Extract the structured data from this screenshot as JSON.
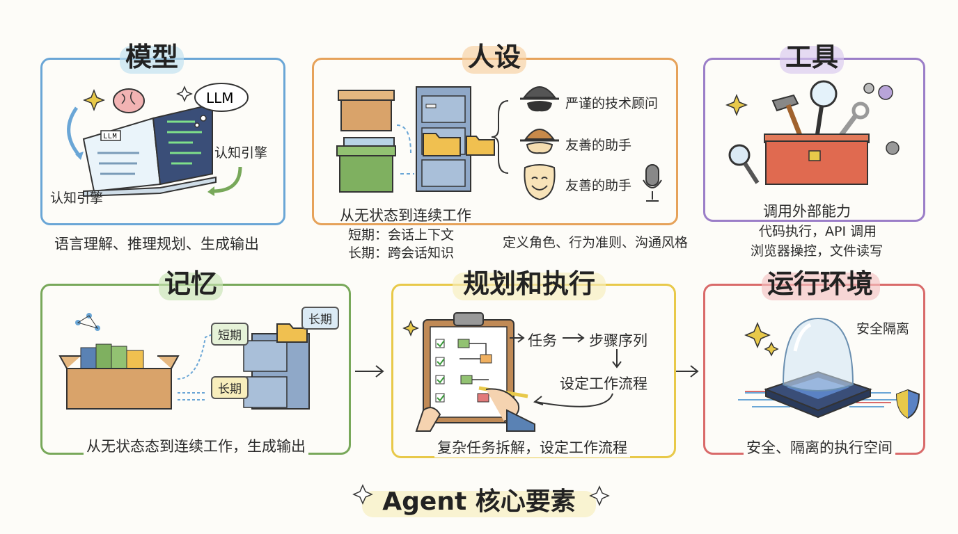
{
  "panels": {
    "model": {
      "title": "模型",
      "bubble": "LLM",
      "book_label": "LLM",
      "label_right": "认知引擎",
      "label_left": "认知引擎",
      "caption": "语言理解、推理规划、生成输出"
    },
    "persona": {
      "title": "人设",
      "persona_1": "严谨的技术顾问",
      "persona_2": "友善的助手",
      "persona_3": "友善的助手",
      "left_caption": "从无状态到连续工作",
      "short_term": "短期：会话上下文",
      "long_term": "长期：跨会话知识",
      "right_caption": "定义角色、行为准则、沟通风格"
    },
    "tools": {
      "title": "工具",
      "caption_1": "调用外部能力",
      "caption_2": "代码执行，API 调用",
      "caption_3": "浏览器操控，文件读写"
    },
    "memory": {
      "title": "记忆",
      "short_tag": "短期",
      "long_tag": "长期",
      "long_tag_2": "长期",
      "caption": "从无状态态到连续工作，生成输出"
    },
    "planning": {
      "title": "规划和执行",
      "task_label": "任务",
      "steps_label": "步骤序列",
      "workflow_label": "设定工作流程",
      "caption": "复杂任务拆解，设定工作流程"
    },
    "runtime": {
      "title": "运行环境",
      "isolation_label": "安全隔离",
      "caption": "安全、隔离的执行空间"
    }
  },
  "footer": {
    "title": "Agent 核心要素"
  },
  "colors": {
    "model": "#6aa6d6",
    "persona": "#e6a25a",
    "tools": "#9b7ec8",
    "memory": "#78a85a",
    "planning": "#e8c94a",
    "runtime": "#d96a6a"
  }
}
